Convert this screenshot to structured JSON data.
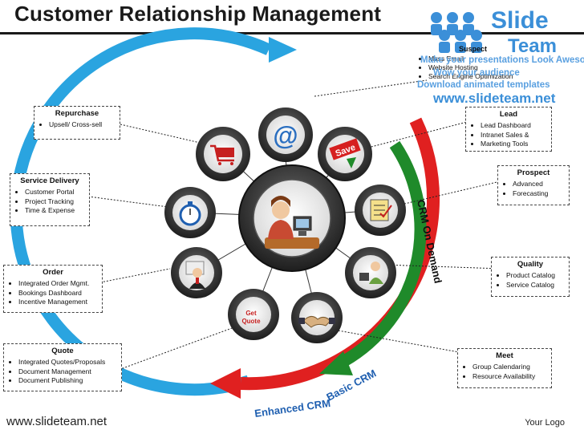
{
  "title": "Customer Relationship Management",
  "logo": {
    "line1": "Slide",
    "line2": "Team"
  },
  "watermark": {
    "line1": "Make your presentations Look Awesome",
    "line2": "Wow your audience",
    "line3": "Download animated templates",
    "url": "www.slideteam.net"
  },
  "colors": {
    "blue": "#2aa4e0",
    "red": "#e02020",
    "green": "#1f8a2a",
    "dark": "#1a1a1a"
  },
  "arcs": {
    "crm_on_demand": "CRM On Demand",
    "basic_crm": "Basic CRM",
    "enhanced_crm": "Enhanced CRM"
  },
  "center_icon": "customer-service-agent-icon",
  "hub_items": [
    {
      "name": "shopping-cart-icon"
    },
    {
      "name": "email-at-icon"
    },
    {
      "name": "save-label-icon",
      "label": "Save"
    },
    {
      "name": "stopwatch-icon"
    },
    {
      "name": "checklist-icon"
    },
    {
      "name": "presenter-icon"
    },
    {
      "name": "user-at-computer-icon"
    },
    {
      "name": "get-quote-icon",
      "label": "Get Quote"
    },
    {
      "name": "handshake-icon"
    }
  ],
  "boxes": {
    "suspect": {
      "title": "Suspect",
      "items": [
        "Mass Email",
        "Website Hosting",
        "Search Engine Optimization"
      ]
    },
    "repurchase": {
      "title": "Repurchase",
      "items": [
        "Upsell/ Cross-sell"
      ]
    },
    "lead": {
      "title": "Lead",
      "items": [
        "Lead Dashboard",
        "Intranet Sales &",
        "Marketing Tools"
      ]
    },
    "service_delivery": {
      "title": "Service Delivery",
      "items": [
        "Customer Portal",
        "Project Tracking",
        "Time & Expense"
      ]
    },
    "prospect": {
      "title": "Prospect",
      "items": [
        "Advanced",
        "Forecasting"
      ]
    },
    "order": {
      "title": "Order",
      "items": [
        "Integrated Order Mgmt.",
        "Bookings Dashboard",
        "Incentive Management"
      ]
    },
    "quality": {
      "title": "Quality",
      "items": [
        "Product Catalog",
        "Service Catalog"
      ]
    },
    "quote": {
      "title": "Quote",
      "items": [
        "Integrated Quotes/Proposals",
        "Document Management",
        "Document Publishing"
      ]
    },
    "meet": {
      "title": "Meet",
      "items": [
        "Group Calendaring",
        "Resource Availability"
      ]
    }
  },
  "footer": {
    "url": "www.slideteam.net",
    "logo": "Your Logo"
  }
}
